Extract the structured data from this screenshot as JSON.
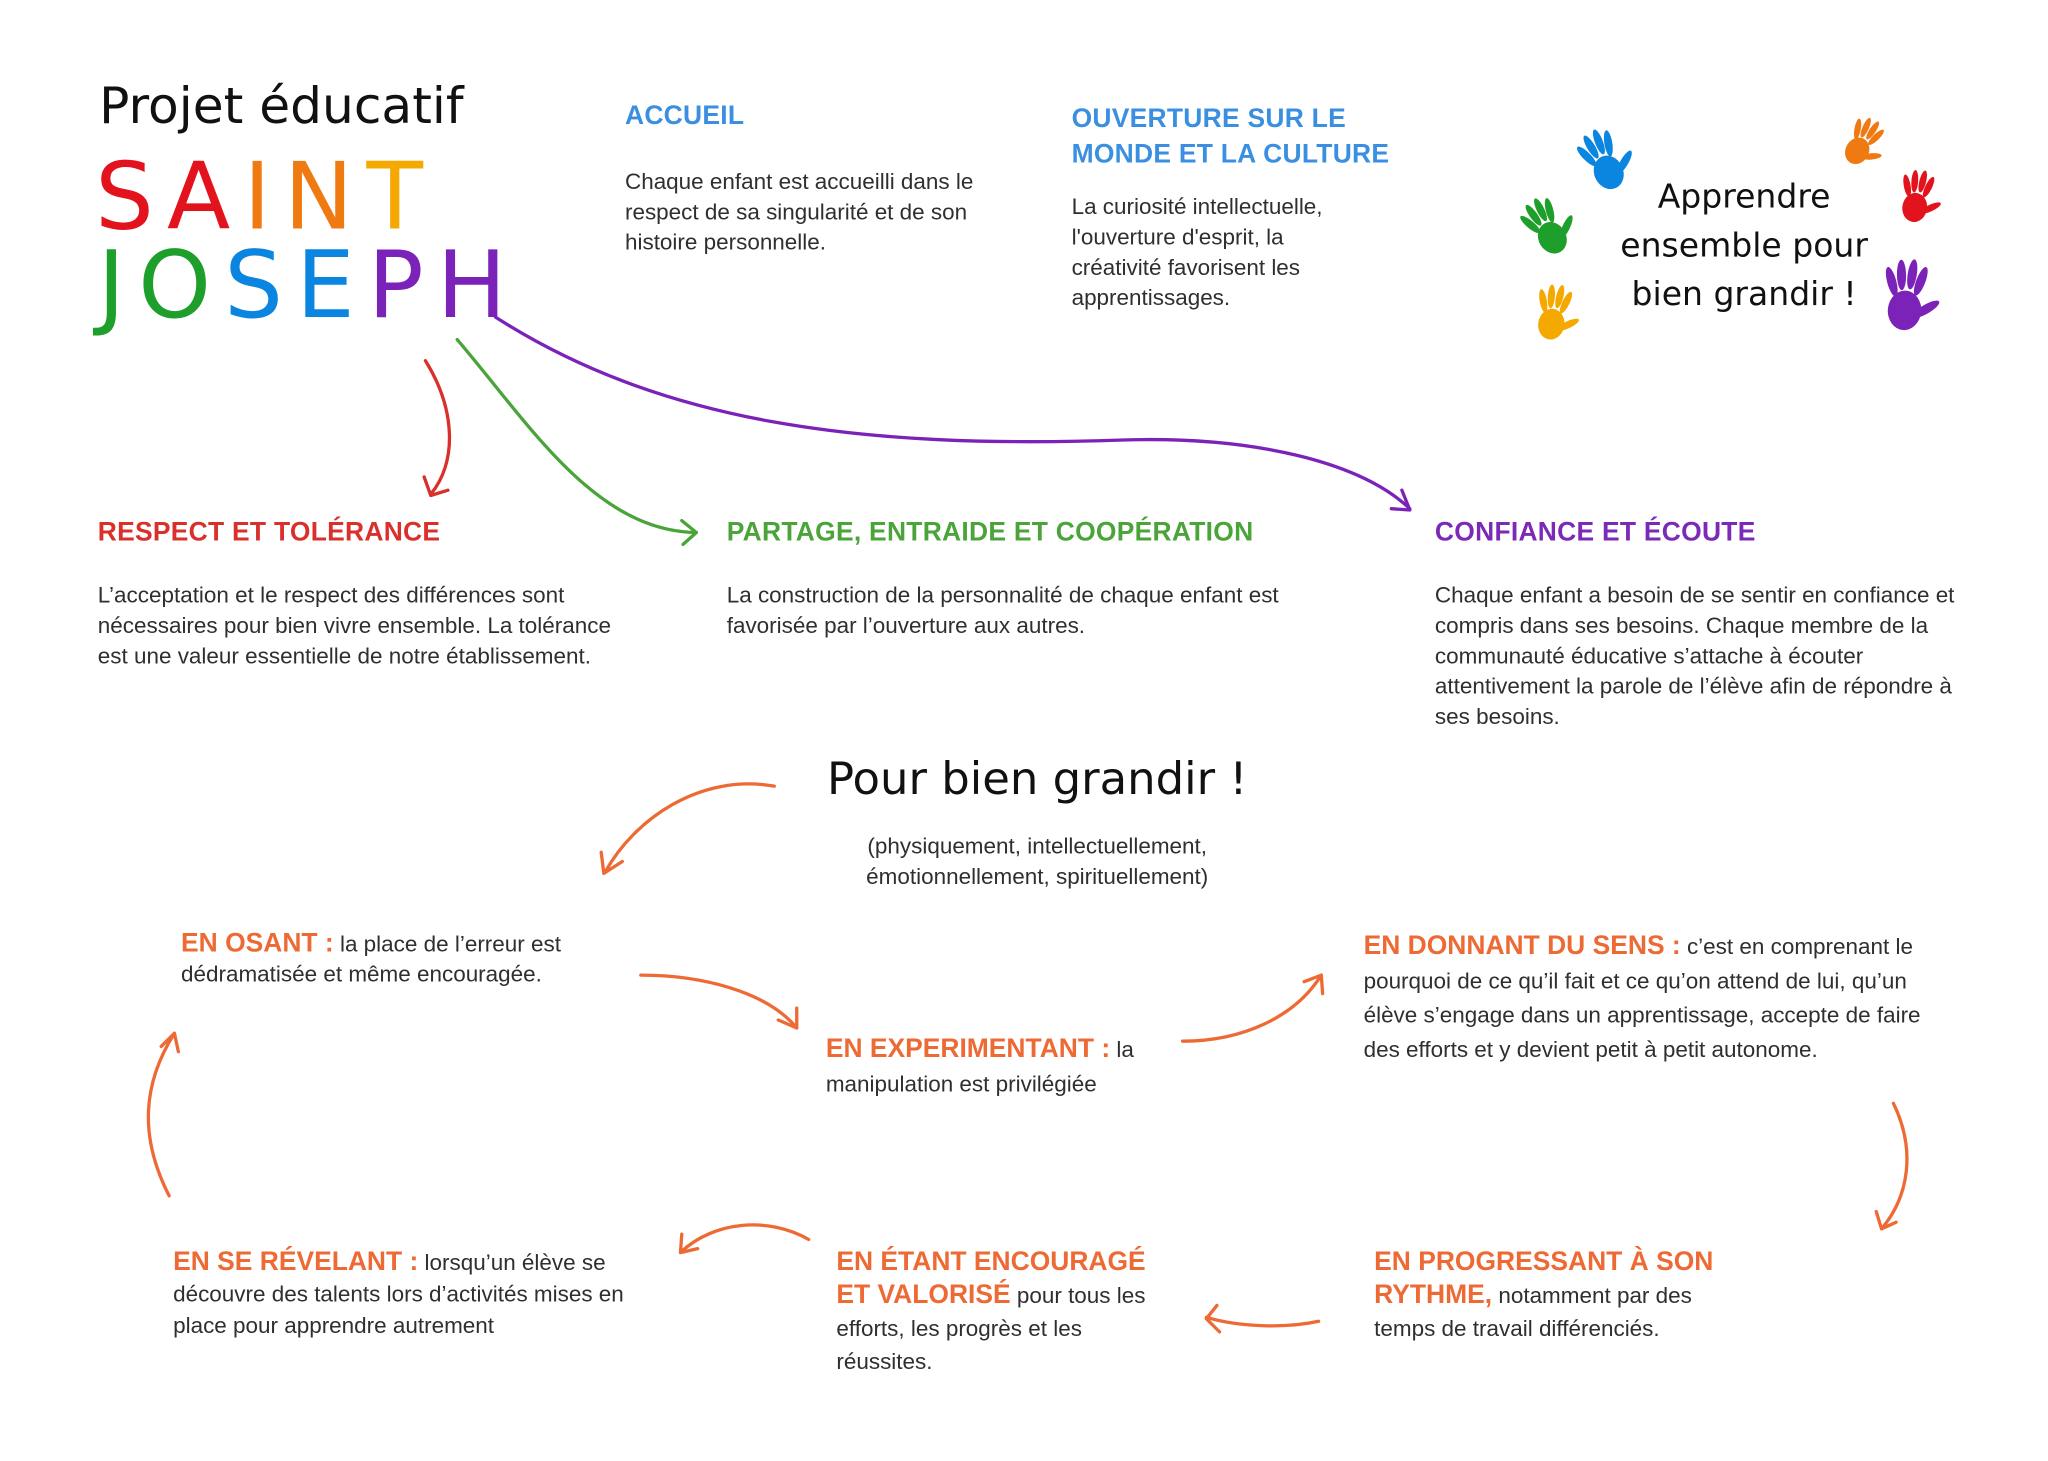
{
  "header": {
    "subtitle": "Projet éducatif",
    "school_line1": [
      "S",
      "A",
      "I",
      "N",
      "T"
    ],
    "school_line2": [
      "J",
      "O",
      "S",
      "E",
      "P",
      "H"
    ],
    "letter_colors_line1": [
      "#e3131e",
      "#e3131e",
      "#f07a12",
      "#f07a12",
      "#f5a800"
    ],
    "letter_colors_line2": [
      "#1e9e2a",
      "#1e9e2a",
      "#0a86e0",
      "#0a86e0",
      "#7b22b8",
      "#7b22b8"
    ]
  },
  "top_sections": [
    {
      "title": "ACCUEIL",
      "text": "Chaque enfant est accueilli dans le respect de sa singularité et de son histoire personnelle.",
      "color": "#3b8fe0"
    },
    {
      "title": "OUVERTURE SUR LE MONDE ET LA CULTURE",
      "text": "La curiosité intellectuelle, l'ouverture d'esprit, la créativité favorisent les apprentissages.",
      "color": "#3b8fe0"
    }
  ],
  "slogan": {
    "lines": [
      "Apprendre",
      "ensemble pour",
      "bien grandir !"
    ]
  },
  "hands_colors": [
    "#0a86e0",
    "#f07a12",
    "#e3131e",
    "#1e9e2a",
    "#f5a800",
    "#7b22b8"
  ],
  "values": [
    {
      "title": "RESPECT ET TOLÉRANCE",
      "text": "L’acceptation et le respect des différences sont nécessaires pour bien vivre ensemble. La tolérance est une valeur essentielle de notre établissement.",
      "color": "#d9302b"
    },
    {
      "title": "PARTAGE, ENTRAIDE ET COOPÉRATION",
      "text": "La construction de la personnalité de chaque enfant est favorisée par l’ouverture aux autres.",
      "color": "#4aa43a"
    },
    {
      "title": "CONFIANCE ET ÉCOUTE",
      "text": "Chaque enfant a besoin de se sentir en confiance et compris dans ses besoins. Chaque membre de la communauté éducative s’attache à écouter attentivement la parole de l’élève afin de répondre à ses besoins.",
      "color": "#7b2ab8"
    }
  ],
  "grow": {
    "title": "Pour bien grandir !",
    "subtitle_line1": "(physiquement, intellectuellement,",
    "subtitle_line2": "émotionnellement, spirituellement)",
    "accent": "#ee6a34",
    "steps": [
      {
        "label": "EN OSANT :",
        "text": " la place de l’erreur est dédramatisée et même encouragée."
      },
      {
        "label": "EN EXPERIMENTANT :",
        "text": " la manipulation est privilégiée"
      },
      {
        "label": "EN DONNANT DU SENS :",
        "text": " c’est en comprenant le pourquoi de ce qu’il fait et ce qu’on attend de lui, qu’un élève s’engage dans un apprentissage, accepte de faire des efforts et y devient petit à petit autonome."
      },
      {
        "label": "EN PROGRESSANT À SON RYTHME,",
        "text": " notamment par des temps de travail différenciés."
      },
      {
        "label": "EN ÉTANT ENCOURAGÉ ET VALORISÉ",
        "text": " pour tous les efforts, les progrès et les réussites."
      },
      {
        "label": "EN SE RÉVELANT :",
        "text": " lorsqu’un élève se découvre des talents lors d’activités mises en place pour apprendre autrement"
      }
    ]
  }
}
